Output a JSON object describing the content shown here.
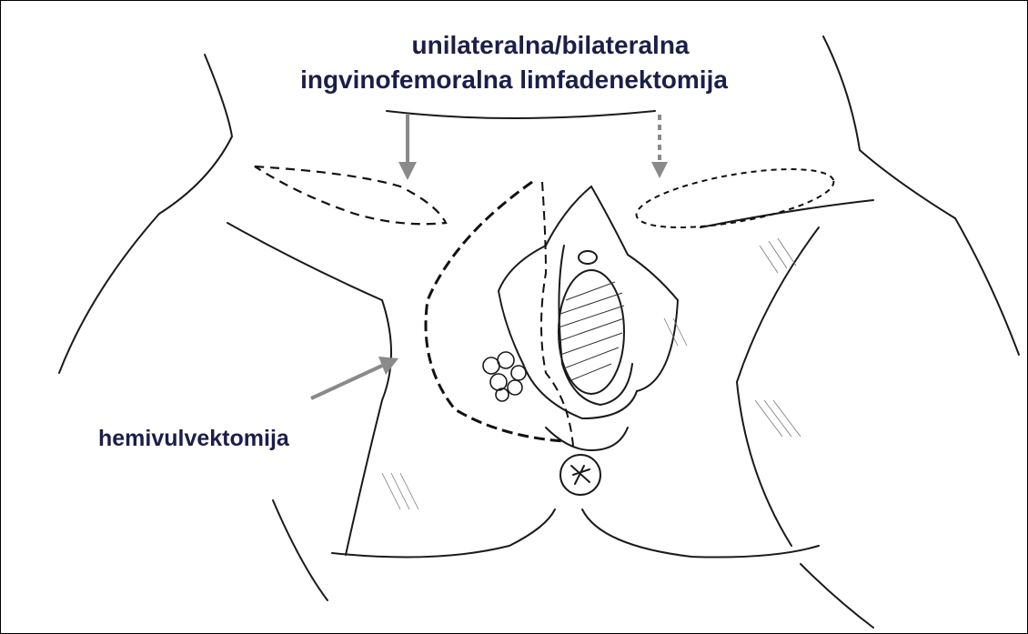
{
  "labels": {
    "title_line_1": "unilateralna/bilateralna",
    "title_line_2": "ingvinofemoralna limfadenektomija",
    "side_label": "hemivulvektomija"
  },
  "colors": {
    "text": "#1a1f4a",
    "arrow": "#8a8a8a",
    "line": "#1a1a1a"
  }
}
